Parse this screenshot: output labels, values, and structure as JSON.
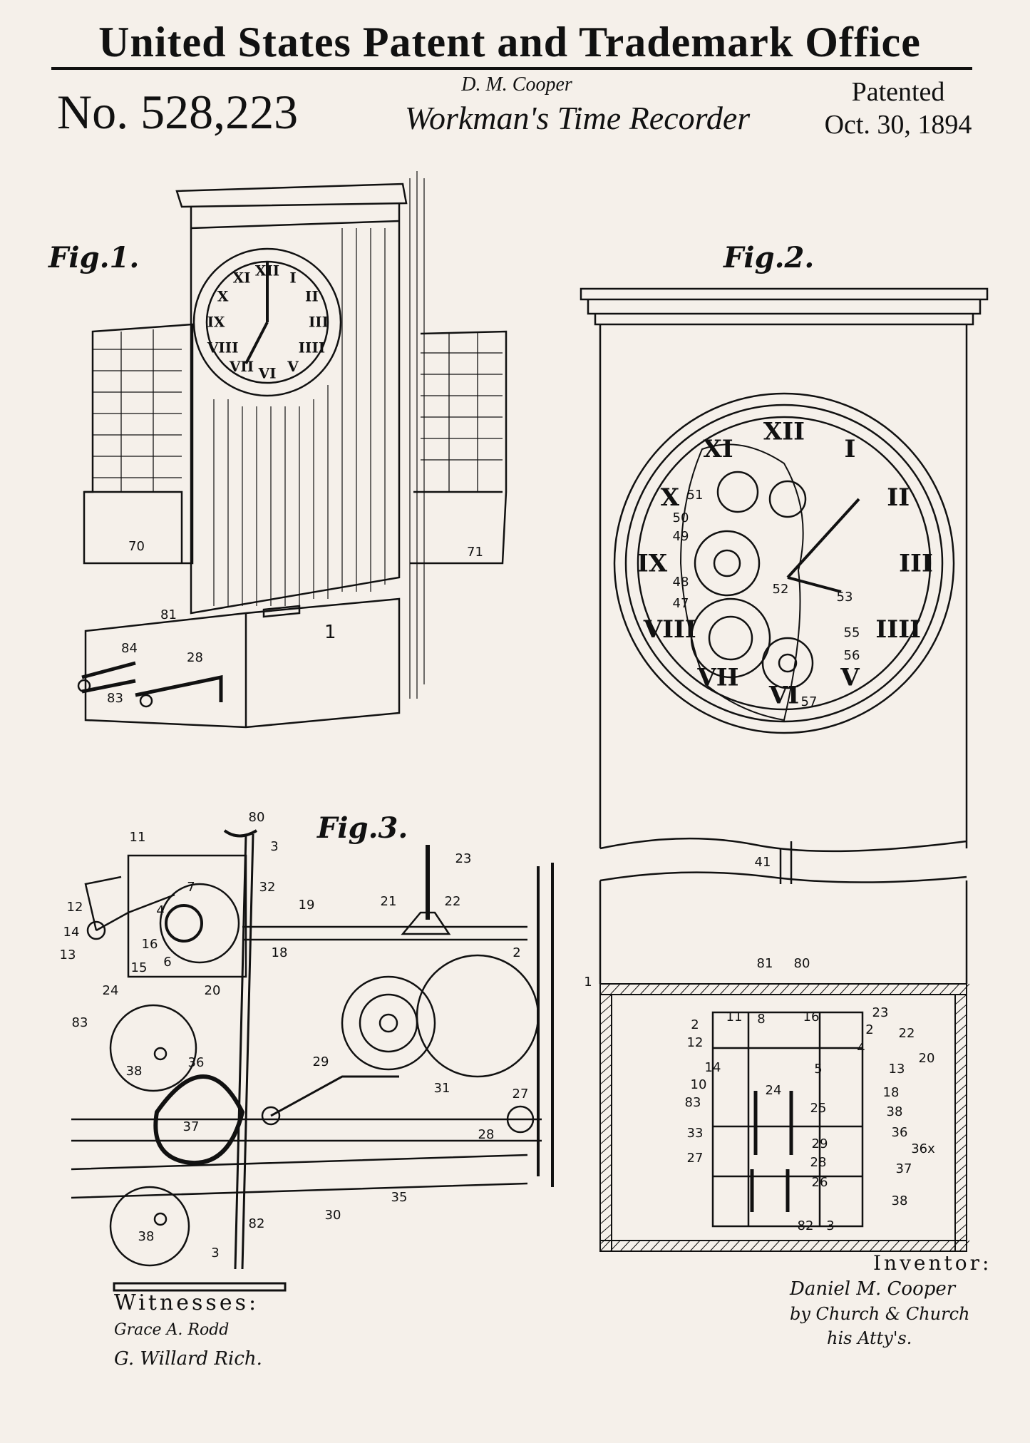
{
  "header": {
    "office": "United States Patent and Trademark Office",
    "patent_number": "No. 528,223",
    "inventor_name": "D. M. Cooper",
    "invention_title": "Workman's Time Recorder",
    "patented_label": "Patented",
    "patented_date": "Oct. 30, 1894"
  },
  "figures": {
    "fig1": {
      "label": "Fig.1.",
      "parts": [
        "70",
        "71",
        "81",
        "84",
        "83",
        "28",
        "1"
      ],
      "numerals": [
        "XII",
        "I",
        "II",
        "III",
        "IIII",
        "V",
        "VI",
        "VII",
        "VIII",
        "IX",
        "X",
        "XI"
      ]
    },
    "fig2": {
      "label": "Fig.2.",
      "parts": [
        "51",
        "50",
        "49",
        "48",
        "47",
        "52",
        "53",
        "55",
        "56",
        "57",
        "41"
      ],
      "numerals": [
        "XII",
        "I",
        "II",
        "III",
        "IIII",
        "V",
        "VI",
        "VII",
        "VIII",
        "IX",
        "X",
        "XI"
      ]
    },
    "fig3": {
      "label": "Fig.3.",
      "parts": [
        "80",
        "11",
        "3",
        "32",
        "7",
        "23",
        "21",
        "22",
        "19",
        "2",
        "12",
        "4",
        "14",
        "16",
        "13",
        "6",
        "15",
        "18",
        "20",
        "24",
        "83",
        "38",
        "36",
        "29",
        "31",
        "27",
        "37",
        "28",
        "30",
        "35",
        "82",
        "3",
        "38"
      ]
    },
    "section": {
      "parts": [
        "1",
        "81",
        "80",
        "2",
        "11",
        "8",
        "16",
        "23",
        "2",
        "22",
        "12",
        "4",
        "14",
        "20",
        "5",
        "13",
        "10",
        "18",
        "83",
        "24",
        "25",
        "38",
        "33",
        "36",
        "29",
        "36x",
        "27",
        "28",
        "37",
        "26",
        "38",
        "82",
        "3"
      ]
    }
  },
  "signatures": {
    "witnesses_label": "Witnesses:",
    "witness1": "Grace A. Rodd",
    "witness2": "G. Willard Rich.",
    "inventor_label": "Inventor:",
    "inventor_signature": "Daniel M. Cooper",
    "attorney_signature": "by Church & Church",
    "attorney_label": "his Atty's."
  }
}
